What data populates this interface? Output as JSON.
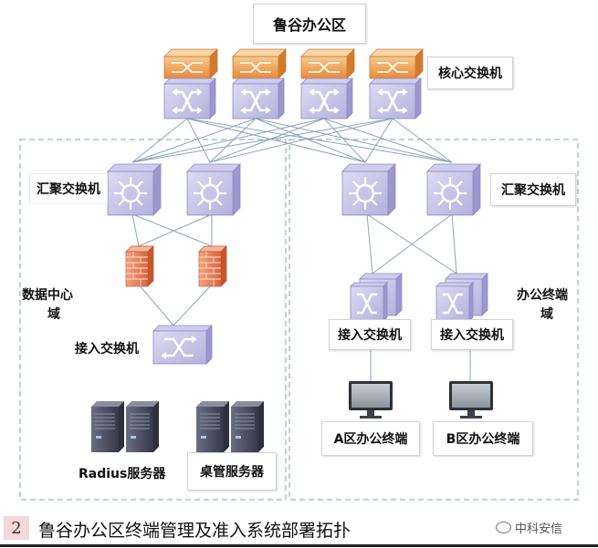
{
  "title": "鲁谷办公区",
  "labels": {
    "core_switch": "核心交换机",
    "agg_switch_left": "汇聚交换机",
    "agg_switch_right": "汇聚交换机",
    "datacenter_domain_line1": "数据中心",
    "datacenter_domain_line2": "域",
    "office_domain_line1": "办公终端",
    "office_domain_line2": "域",
    "access_switch_dc": "接入交换机",
    "access_switch_office_a": "接入交换机",
    "access_switch_office_b": "接入交换机",
    "radius_server": "Radius服务器",
    "desktop_server": "桌管服务器",
    "terminal_a": "A区办公终端",
    "terminal_b": "B区办公终端"
  },
  "footer": {
    "number": "2",
    "caption": "鲁谷办公区终端管理及准入系统部署拓扑",
    "brand": "中科安信"
  },
  "colors": {
    "switch_face": "#c9c8ea",
    "switch_top": "#b7b4de",
    "switch_side": "#9c97cc",
    "router_orange": "#f0a85c",
    "firewall": "#e8825e",
    "monitor_screen": "#9aa3ad",
    "server_dark": "#4a4d5e",
    "line": "#8aa6b8",
    "dashed_border": "#9bb8c4"
  }
}
